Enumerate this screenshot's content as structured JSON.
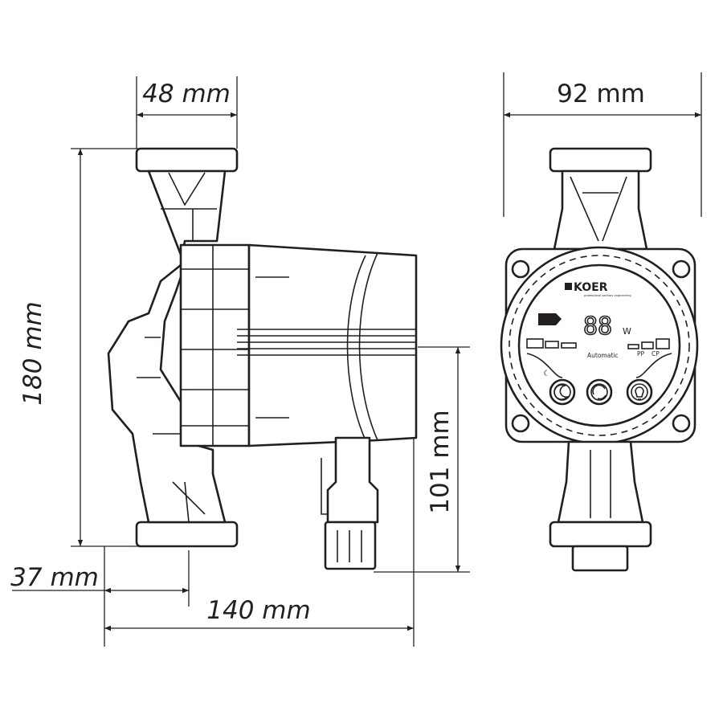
{
  "dimensions": {
    "inlet_width": "48 mm",
    "front_width": "92 mm",
    "total_height": "180 mm",
    "connector_height": "101 mm",
    "offset": "37 mm",
    "total_length": "140 mm"
  },
  "panel": {
    "brand": "KOER",
    "tagline": "professional sanitary engineering",
    "display_digits": "88",
    "unit": "W",
    "mode_label": "Automatic",
    "pp_label": "PP",
    "cp_label": "CP",
    "buttons": [
      "moon-icon",
      "cycle-arrows-icon",
      "lightbulb-icon"
    ]
  },
  "colors": {
    "line": "#231f20",
    "background": "#ffffff"
  }
}
